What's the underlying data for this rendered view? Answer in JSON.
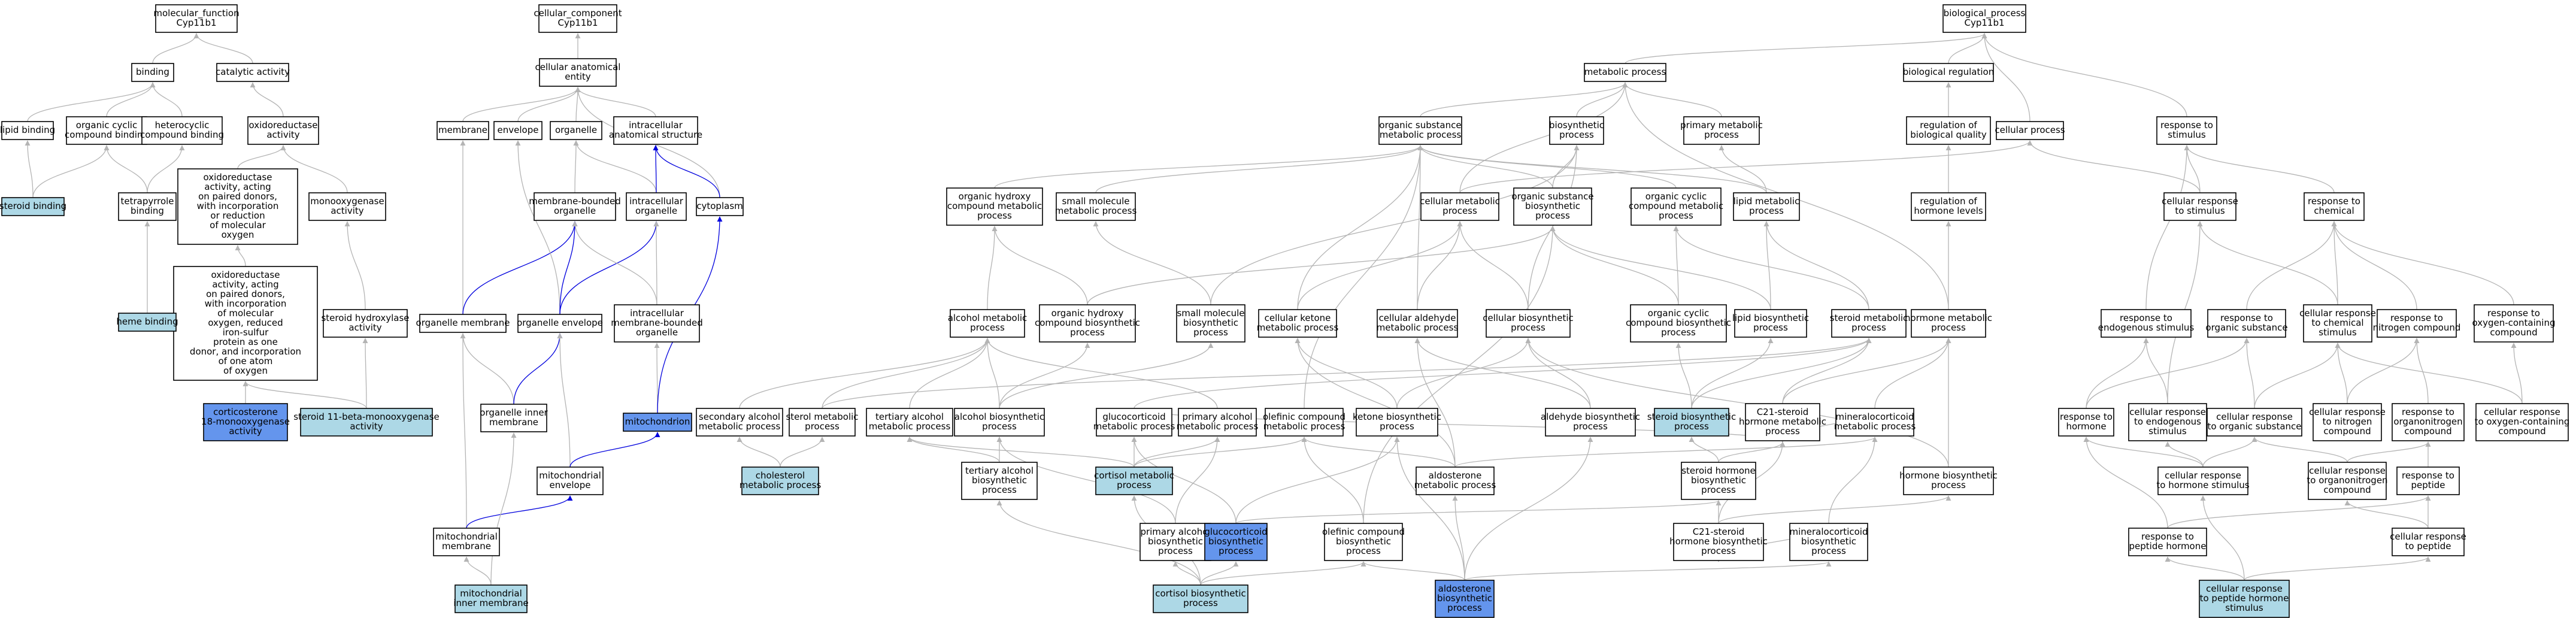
{
  "colors": {
    "node_fill": "#ffffff",
    "annotated_fill": "#add8e6",
    "selected_fill": "#6495ed",
    "edge_default": "#b4b4b4",
    "edge_highlight": "#0000dd"
  },
  "nodes": [
    {
      "id": "mf",
      "label": "molecular_function\nCyp11b1",
      "style": "plain"
    },
    {
      "id": "binding",
      "label": "binding",
      "style": "plain"
    },
    {
      "id": "catalytic",
      "label": "catalytic activity",
      "style": "plain"
    },
    {
      "id": "lipidbind",
      "label": "lipid binding",
      "style": "plain"
    },
    {
      "id": "ocbind",
      "label": "organic cyclic\ncompound binding",
      "style": "plain"
    },
    {
      "id": "hcbind",
      "label": "heterocyclic\ncompound binding",
      "style": "plain"
    },
    {
      "id": "oxred",
      "label": "oxidoreductase\nactivity",
      "style": "plain"
    },
    {
      "id": "sterbind",
      "label": "steroid binding",
      "style": "annotated"
    },
    {
      "id": "tetrapyr",
      "label": "tetrapyrrole\nbinding",
      "style": "plain"
    },
    {
      "id": "oxred2",
      "label": "oxidoreductase\nactivity, acting\non paired donors,\nwith incorporation\nor reduction\nof molecular\noxygen",
      "style": "plain"
    },
    {
      "id": "monoox",
      "label": "monooxygenase\nactivity",
      "style": "plain"
    },
    {
      "id": "oxred3",
      "label": "oxidoreductase\nactivity, acting\non paired donors,\nwith incorporation\nof molecular\noxygen, reduced\niron-sulfur\nprotein as one\ndonor, and incorporation\nof one atom\nof oxygen",
      "style": "plain"
    },
    {
      "id": "hemebind",
      "label": "heme binding",
      "style": "annotated"
    },
    {
      "id": "sterhydrox",
      "label": "steroid hydroxylase\nactivity",
      "style": "plain"
    },
    {
      "id": "cortico18",
      "label": "corticosterone\n18-monooxygenase\nactivity",
      "style": "selected"
    },
    {
      "id": "ster11b",
      "label": "steroid 11-beta-monooxygenase\nactivity",
      "style": "annotated"
    },
    {
      "id": "cc",
      "label": "cellular_component\nCyp11b1",
      "style": "plain"
    },
    {
      "id": "cae",
      "label": "cellular anatomical\nentity",
      "style": "plain"
    },
    {
      "id": "membrane",
      "label": "membrane",
      "style": "plain"
    },
    {
      "id": "envelope",
      "label": "envelope",
      "style": "plain"
    },
    {
      "id": "organelle",
      "label": "organelle",
      "style": "plain"
    },
    {
      "id": "ias",
      "label": "intracellular\nanatomical structure",
      "style": "plain"
    },
    {
      "id": "mbo",
      "label": "membrane-bounded\norganelle",
      "style": "plain"
    },
    {
      "id": "intorg",
      "label": "intracellular\norganelle",
      "style": "plain"
    },
    {
      "id": "cytoplasm",
      "label": "cytoplasm",
      "style": "plain"
    },
    {
      "id": "orgmem",
      "label": "organelle membrane",
      "style": "plain"
    },
    {
      "id": "orgenv",
      "label": "organelle envelope",
      "style": "plain"
    },
    {
      "id": "imbo",
      "label": "intracellular\nmembrane-bounded\norganelle",
      "style": "plain"
    },
    {
      "id": "oim",
      "label": "organelle inner\nmembrane",
      "style": "plain"
    },
    {
      "id": "mito",
      "label": "mitochondrion",
      "style": "selected"
    },
    {
      "id": "mitoenv",
      "label": "mitochondrial\nenvelope",
      "style": "plain"
    },
    {
      "id": "mitomem",
      "label": "mitochondrial\nmembrane",
      "style": "plain"
    },
    {
      "id": "mim",
      "label": "mitochondrial\ninner membrane",
      "style": "annotated"
    },
    {
      "id": "bp",
      "label": "biological_process\nCyp11b1",
      "style": "plain"
    },
    {
      "id": "metab",
      "label": "metabolic process",
      "style": "plain"
    },
    {
      "id": "bioreg",
      "label": "biological regulation",
      "style": "plain"
    },
    {
      "id": "osmp",
      "label": "organic substance\nmetabolic process",
      "style": "plain"
    },
    {
      "id": "biosyn",
      "label": "biosynthetic\nprocess",
      "style": "plain"
    },
    {
      "id": "pmp",
      "label": "primary metabolic\nprocess",
      "style": "plain"
    },
    {
      "id": "regbq",
      "label": "regulation of\nbiological quality",
      "style": "plain"
    },
    {
      "id": "cellproc",
      "label": "cellular process",
      "style": "plain"
    },
    {
      "id": "respstim",
      "label": "response to\nstimulus",
      "style": "plain"
    },
    {
      "id": "ohcmp",
      "label": "organic hydroxy\ncompound metabolic\nprocess",
      "style": "plain"
    },
    {
      "id": "smmp",
      "label": "small molecule\nmetabolic process",
      "style": "plain"
    },
    {
      "id": "cmp",
      "label": "cellular metabolic\nprocess",
      "style": "plain"
    },
    {
      "id": "osbp",
      "label": "organic substance\nbiosynthetic\nprocess",
      "style": "plain"
    },
    {
      "id": "occmp",
      "label": "organic cyclic\ncompound metabolic\nprocess",
      "style": "plain"
    },
    {
      "id": "lmp",
      "label": "lipid metabolic\nprocess",
      "style": "plain"
    },
    {
      "id": "reghorm",
      "label": "regulation of\nhormone levels",
      "style": "plain"
    },
    {
      "id": "cellrespstim",
      "label": "cellular response\nto stimulus",
      "style": "plain"
    },
    {
      "id": "respchem",
      "label": "response to\nchemical",
      "style": "plain"
    },
    {
      "id": "almp",
      "label": "alcohol metabolic\nprocess",
      "style": "plain"
    },
    {
      "id": "ohcbp",
      "label": "organic hydroxy\ncompound biosynthetic\nprocess",
      "style": "plain"
    },
    {
      "id": "smbp",
      "label": "small molecule\nbiosynthetic\nprocess",
      "style": "plain"
    },
    {
      "id": "ckmp",
      "label": "cellular ketone\nmetabolic process",
      "style": "plain"
    },
    {
      "id": "camp",
      "label": "cellular aldehyde\nmetabolic process",
      "style": "plain"
    },
    {
      "id": "cbp",
      "label": "cellular biosynthetic\nprocess",
      "style": "plain"
    },
    {
      "id": "occbp",
      "label": "organic cyclic\ncompound biosynthetic\nprocess",
      "style": "plain"
    },
    {
      "id": "lbp",
      "label": "lipid biosynthetic\nprocess",
      "style": "plain"
    },
    {
      "id": "stmp",
      "label": "steroid metabolic\nprocess",
      "style": "plain"
    },
    {
      "id": "hmp",
      "label": "hormone metabolic\nprocess",
      "style": "plain"
    },
    {
      "id": "respendo",
      "label": "response to\nendogenous stimulus",
      "style": "plain"
    },
    {
      "id": "resporg",
      "label": "response to\norganic substance",
      "style": "plain"
    },
    {
      "id": "crchem",
      "label": "cellular response\nto chemical\nstimulus",
      "style": "plain"
    },
    {
      "id": "respnit",
      "label": "response to\nnitrogen compound",
      "style": "plain"
    },
    {
      "id": "respoxy",
      "label": "response to\noxygen-containing\ncompound",
      "style": "plain"
    },
    {
      "id": "secalc",
      "label": "secondary alcohol\nmetabolic process",
      "style": "plain"
    },
    {
      "id": "sterolmp",
      "label": "sterol metabolic\nprocess",
      "style": "plain"
    },
    {
      "id": "tertalc",
      "label": "tertiary alcohol\nmetabolic process",
      "style": "plain"
    },
    {
      "id": "albp",
      "label": "alcohol biosynthetic\nprocess",
      "style": "plain"
    },
    {
      "id": "glucomp",
      "label": "glucocorticoid\nmetabolic process",
      "style": "plain"
    },
    {
      "id": "primalc",
      "label": "primary alcohol\nmetabolic process",
      "style": "plain"
    },
    {
      "id": "olefmp",
      "label": "olefinic compound\nmetabolic process",
      "style": "plain"
    },
    {
      "id": "ketbp",
      "label": "ketone biosynthetic\nprocess",
      "style": "plain"
    },
    {
      "id": "aldbp",
      "label": "aldehyde biosynthetic\nprocess",
      "style": "plain"
    },
    {
      "id": "stbp",
      "label": "steroid biosynthetic\nprocess",
      "style": "annotated"
    },
    {
      "id": "c21mp",
      "label": "C21-steroid\nhormone metabolic\nprocess",
      "style": "plain"
    },
    {
      "id": "minmp",
      "label": "mineralocorticoid\nmetabolic process",
      "style": "plain"
    },
    {
      "id": "resphorm",
      "label": "response to\nhormone",
      "style": "plain"
    },
    {
      "id": "crendo",
      "label": "cellular response\nto endogenous\nstimulus",
      "style": "plain"
    },
    {
      "id": "crorg",
      "label": "cellular response\nto organic substance",
      "style": "plain"
    },
    {
      "id": "crnit",
      "label": "cellular response\nto nitrogen\ncompound",
      "style": "plain"
    },
    {
      "id": "resporgn",
      "label": "response to\norganonitrogen\ncompound",
      "style": "plain"
    },
    {
      "id": "croxy",
      "label": "cellular response\nto oxygen-containing\ncompound",
      "style": "plain"
    },
    {
      "id": "cholmp",
      "label": "cholesterol\nmetabolic process",
      "style": "annotated"
    },
    {
      "id": "tertalcbp",
      "label": "tertiary alcohol\nbiosynthetic\nprocess",
      "style": "plain"
    },
    {
      "id": "cortmp",
      "label": "cortisol metabolic\nprocess",
      "style": "annotated"
    },
    {
      "id": "aldomp",
      "label": "aldosterone\nmetabolic process",
      "style": "plain"
    },
    {
      "id": "sthbp",
      "label": "steroid hormone\nbiosynthetic\nprocess",
      "style": "plain"
    },
    {
      "id": "hbp",
      "label": "hormone biosynthetic\nprocess",
      "style": "plain"
    },
    {
      "id": "crhorm",
      "label": "cellular response\nto hormone stimulus",
      "style": "plain"
    },
    {
      "id": "crorgn",
      "label": "cellular response\nto organonitrogen\ncompound",
      "style": "plain"
    },
    {
      "id": "resppep",
      "label": "response to\npeptide",
      "style": "plain"
    },
    {
      "id": "primalcbp",
      "label": "primary alcohol\nbiosynthetic\nprocess",
      "style": "plain"
    },
    {
      "id": "glucobp",
      "label": "glucocorticoid\nbiosynthetic\nprocess",
      "style": "selected"
    },
    {
      "id": "olefbp",
      "label": "olefinic compound\nbiosynthetic\nprocess",
      "style": "plain"
    },
    {
      "id": "c21bp",
      "label": "C21-steroid\nhormone biosynthetic\nprocess",
      "style": "plain"
    },
    {
      "id": "minbp",
      "label": "mineralocorticoid\nbiosynthetic\nprocess",
      "style": "plain"
    },
    {
      "id": "resppephorm",
      "label": "response to\npeptide hormone",
      "style": "plain"
    },
    {
      "id": "crpep",
      "label": "cellular response\nto peptide",
      "style": "plain"
    },
    {
      "id": "cortbp",
      "label": "cortisol biosynthetic\nprocess",
      "style": "annotated"
    },
    {
      "id": "aldobp",
      "label": "aldosterone\nbiosynthetic\nprocess",
      "style": "selected"
    },
    {
      "id": "crpephorm",
      "label": "cellular response\nto peptide hormone\nstimulus",
      "style": "annotated"
    }
  ]
}
